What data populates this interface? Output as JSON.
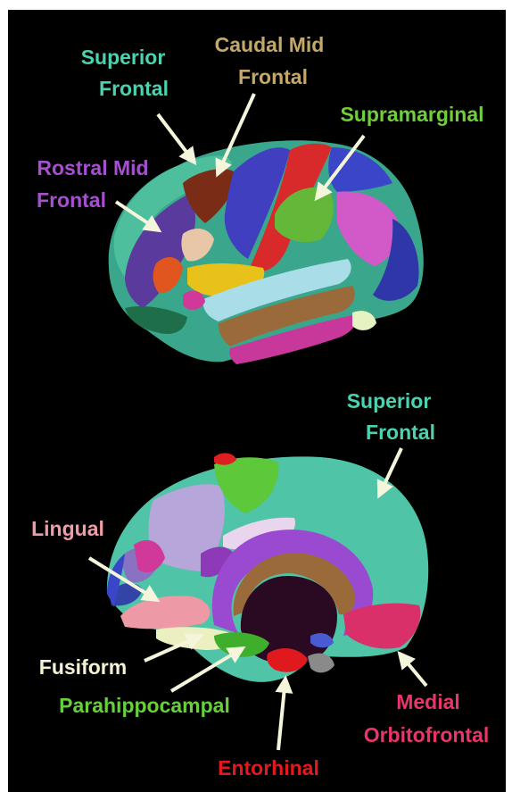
{
  "colors": {
    "background": "#000000",
    "border": "#ffffff",
    "arrow": "#f5f5dc",
    "superior_frontal": "#4dd2b0",
    "caudal_mid_frontal": "#c4a86a",
    "supramarginal": "#6fcf3a",
    "rostral_mid_frontal": "#a64fd0",
    "lingual": "#ef9ca7",
    "fusiform": "#f5f3d4",
    "parahippocampal": "#68cf3c",
    "entorhinal": "#e4191f",
    "medial_orbitofrontal": "#e8366a"
  },
  "lateral_view": {
    "labels": {
      "superior_frontal": [
        "Superior",
        "Frontal"
      ],
      "caudal_mid_frontal": [
        "Caudal Mid",
        "Frontal"
      ],
      "supramarginal": [
        "Supramarginal"
      ],
      "rostral_mid_frontal": [
        "Rostral Mid",
        "Frontal"
      ]
    }
  },
  "medial_view": {
    "labels": {
      "superior_frontal": [
        "Superior",
        "Frontal"
      ],
      "lingual": [
        "Lingual"
      ],
      "fusiform": [
        "Fusiform"
      ],
      "parahippocampal": [
        "Parahippocampal"
      ],
      "entorhinal": [
        "Entorhinal"
      ],
      "medial_orbitofrontal": [
        "Medial",
        "Orbitofrontal"
      ]
    }
  }
}
